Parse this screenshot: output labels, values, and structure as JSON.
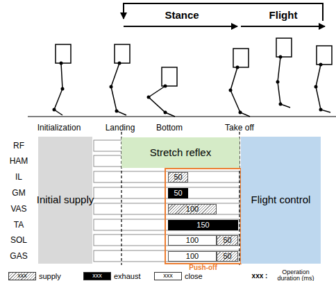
{
  "diagram": {
    "nodes": [
      {
        "text": [
          "Initial supply"
        ]
      },
      {
        "text": [
          "Stretch reflex"
        ]
      },
      {
        "text": [
          "Push-off"
        ]
      },
      {
        "text": [
          "50"
        ],
        "in": 2
      },
      {
        "text": [
          "50"
        ],
        "in": 2
      },
      {
        "text": [
          "100"
        ],
        "in": 2
      },
      {
        "text": [
          "150"
        ],
        "in": 2
      },
      {
        "text": [
          "100"
        ],
        "in": 2
      },
      {
        "text": [
          "50"
        ],
        "in": 2
      },
      {
        "text": [
          "100"
        ],
        "in": 2
      },
      {
        "text": [
          "50"
        ],
        "in": 2
      },
      {
        "text": [
          "Flight control"
        ]
      }
    ],
    "labels": [
      "Stance",
      "Flight",
      "Initialization",
      "Landing",
      "Bottom",
      "Take off",
      "RF",
      "HAM",
      "IL",
      "GM",
      "VAS",
      "TA",
      "SOL",
      "GAS",
      "xxx",
      "xxx",
      "xxx",
      "xxx :",
      "Operation duration (ms)"
    ],
    "legend": [
      {
        "text": "supply"
      },
      {
        "text": "exhaust",
        "color": "#000000"
      },
      {
        "text": "close",
        "color": "#ffffff"
      }
    ]
  }
}
